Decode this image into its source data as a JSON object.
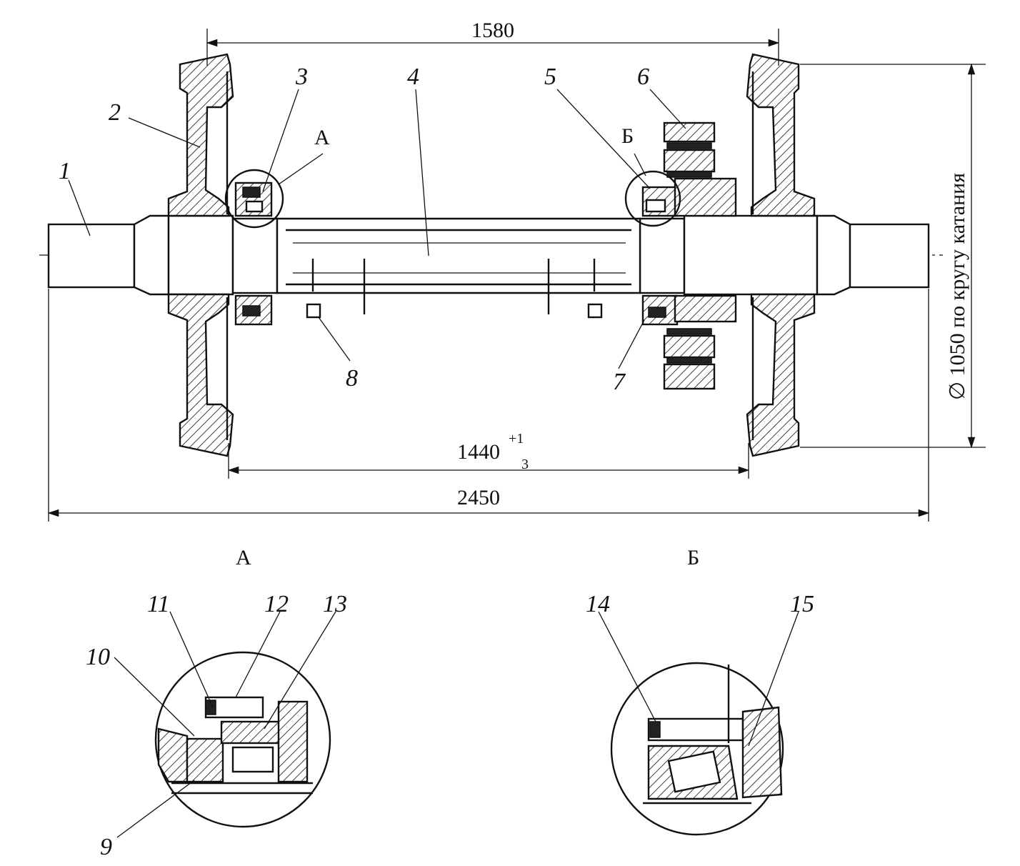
{
  "dimensions": {
    "track_gauge": "1580",
    "inner_wheel_distance": "1440",
    "tolerance_upper": "+1",
    "tolerance_lower": "3",
    "overall_length": "2450",
    "wheel_diameter": "∅ 1050 по кругу катания"
  },
  "callouts": [
    "1",
    "2",
    "3",
    "4",
    "5",
    "6",
    "7",
    "8",
    "9",
    "10",
    "11",
    "12",
    "13",
    "14",
    "15"
  ],
  "views": {
    "detail_a": "А",
    "detail_b": "Б"
  }
}
